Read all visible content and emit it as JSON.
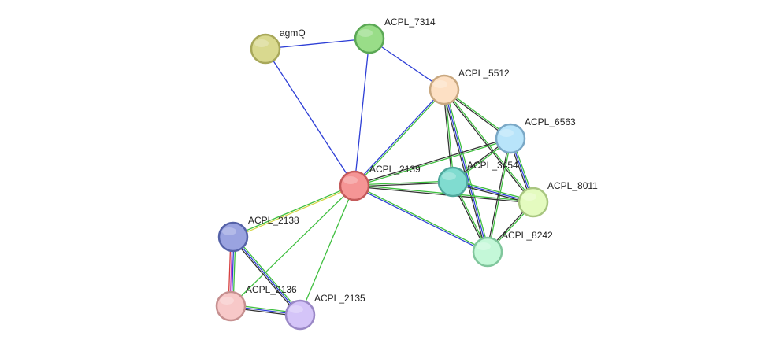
{
  "colors": {
    "blue": "#2e3fd6",
    "green": "#3fbf3f",
    "black": "#333333",
    "yellow": "#d6d64a",
    "magenta": "#c43fc4",
    "red": "#d63f3f"
  },
  "nodes": [
    {
      "id": "agmQ",
      "label": "agmQ",
      "fill": "#d9d98f",
      "stroke": "#a8a85a"
    },
    {
      "id": "ACPL_7314",
      "label": "ACPL_7314",
      "fill": "#99dd88",
      "stroke": "#5ba855"
    },
    {
      "id": "ACPL_5512",
      "label": "ACPL_5512",
      "fill": "#fde0c4",
      "stroke": "#c9a880"
    },
    {
      "id": "ACPL_6563",
      "label": "ACPL_6563",
      "fill": "#b8e4fa",
      "stroke": "#7aa8c6"
    },
    {
      "id": "ACPL_2139",
      "label": "ACPL_2139",
      "fill": "#f59595",
      "stroke": "#c45a5a"
    },
    {
      "id": "ACPL_3454",
      "label": "ACPL_3454",
      "fill": "#80dcd0",
      "stroke": "#4fa89c"
    },
    {
      "id": "ACPL_8011",
      "label": "ACPL_8011",
      "fill": "#e4fbbf",
      "stroke": "#a8c680"
    },
    {
      "id": "ACPL_2138",
      "label": "ACPL_2138",
      "fill": "#9aa3e0",
      "stroke": "#5562a8"
    },
    {
      "id": "ACPL_8242",
      "label": "ACPL_8242",
      "fill": "#c4f8d8",
      "stroke": "#80c69c"
    },
    {
      "id": "ACPL_2136",
      "label": "ACPL_2136",
      "fill": "#f7c8c8",
      "stroke": "#c69090"
    },
    {
      "id": "ACPL_2135",
      "label": "ACPL_2135",
      "fill": "#d4c4f8",
      "stroke": "#9a88c6"
    }
  ],
  "edges": [
    {
      "source": "agmQ",
      "target": "ACPL_7314",
      "types": [
        "blue"
      ]
    },
    {
      "source": "agmQ",
      "target": "ACPL_2139",
      "types": [
        "blue"
      ]
    },
    {
      "source": "ACPL_7314",
      "target": "ACPL_2139",
      "types": [
        "blue"
      ]
    },
    {
      "source": "ACPL_7314",
      "target": "ACPL_5512",
      "types": [
        "blue"
      ]
    },
    {
      "source": "ACPL_5512",
      "target": "ACPL_2139",
      "types": [
        "green",
        "blue"
      ]
    },
    {
      "source": "ACPL_5512",
      "target": "ACPL_3454",
      "types": [
        "green",
        "black"
      ]
    },
    {
      "source": "ACPL_5512",
      "target": "ACPL_6563",
      "types": [
        "green",
        "black"
      ]
    },
    {
      "source": "ACPL_5512",
      "target": "ACPL_8011",
      "types": [
        "green",
        "black"
      ]
    },
    {
      "source": "ACPL_5512",
      "target": "ACPL_8242",
      "types": [
        "green",
        "blue",
        "black"
      ]
    },
    {
      "source": "ACPL_6563",
      "target": "ACPL_2139",
      "types": [
        "green",
        "black"
      ]
    },
    {
      "source": "ACPL_6563",
      "target": "ACPL_3454",
      "types": [
        "green",
        "black"
      ]
    },
    {
      "source": "ACPL_6563",
      "target": "ACPL_8011",
      "types": [
        "green",
        "blue",
        "black"
      ]
    },
    {
      "source": "ACPL_6563",
      "target": "ACPL_8242",
      "types": [
        "green",
        "black"
      ]
    },
    {
      "source": "ACPL_2139",
      "target": "ACPL_3454",
      "types": [
        "green",
        "black"
      ]
    },
    {
      "source": "ACPL_2139",
      "target": "ACPL_8011",
      "types": [
        "green",
        "black"
      ]
    },
    {
      "source": "ACPL_2139",
      "target": "ACPL_8242",
      "types": [
        "green",
        "blue"
      ]
    },
    {
      "source": "ACPL_2139",
      "target": "ACPL_2138",
      "types": [
        "yellow",
        "green"
      ]
    },
    {
      "source": "ACPL_2139",
      "target": "ACPL_2136",
      "types": [
        "green"
      ]
    },
    {
      "source": "ACPL_2139",
      "target": "ACPL_2135",
      "types": [
        "green"
      ]
    },
    {
      "source": "ACPL_3454",
      "target": "ACPL_8011",
      "types": [
        "green",
        "blue",
        "black"
      ]
    },
    {
      "source": "ACPL_3454",
      "target": "ACPL_8242",
      "types": [
        "green",
        "black"
      ]
    },
    {
      "source": "ACPL_8011",
      "target": "ACPL_8242",
      "types": [
        "green",
        "black"
      ]
    },
    {
      "source": "ACPL_2138",
      "target": "ACPL_2136",
      "types": [
        "green",
        "blue",
        "magenta",
        "red"
      ]
    },
    {
      "source": "ACPL_2138",
      "target": "ACPL_2135",
      "types": [
        "green",
        "blue",
        "black"
      ]
    },
    {
      "source": "ACPL_2136",
      "target": "ACPL_2135",
      "types": [
        "green",
        "blue",
        "black"
      ]
    }
  ]
}
